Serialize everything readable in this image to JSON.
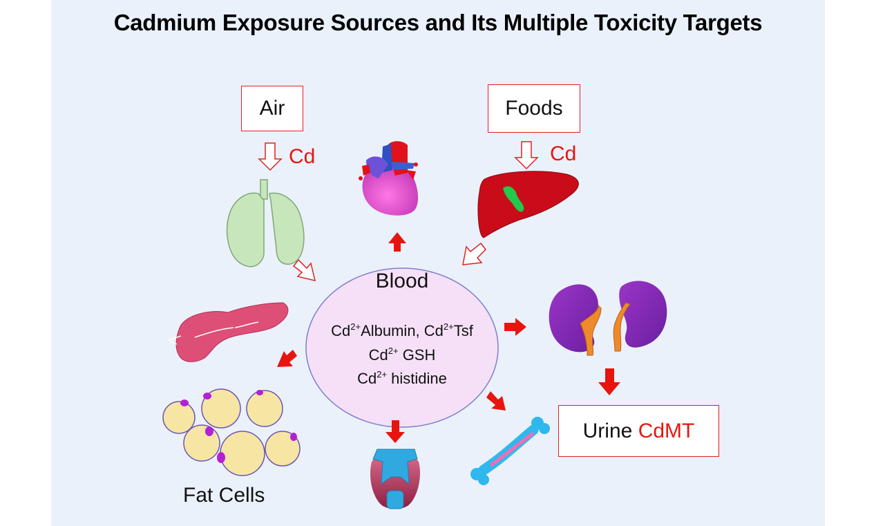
{
  "title": "Cadmium Exposure Sources and Its Multiple Toxicity Targets",
  "sources": {
    "air": "Air",
    "foods": "Foods",
    "cd_air": "Cd",
    "cd_foods": "Cd"
  },
  "blood": {
    "label": "Blood",
    "line1_part1": "Albumin, Cd",
    "line1_part2": "Tsf",
    "line2": " GSH",
    "line3": " histidine",
    "cd": "Cd",
    "charge": "2+"
  },
  "urine": {
    "label": "Urine",
    "compound": "CdMT"
  },
  "fat_cells_label": "Fat Cells",
  "colors": {
    "red": "#e8150f",
    "panel": "#eaf1fb",
    "blood_fill": "#f5e0f7",
    "blood_stroke": "#7d7fc7"
  },
  "icons": [
    "heart-icon",
    "lungs-icon",
    "liver-icon",
    "pancreas-icon",
    "kidneys-icon",
    "fat-cells-icon",
    "thyroid-icon",
    "bone-icon"
  ]
}
